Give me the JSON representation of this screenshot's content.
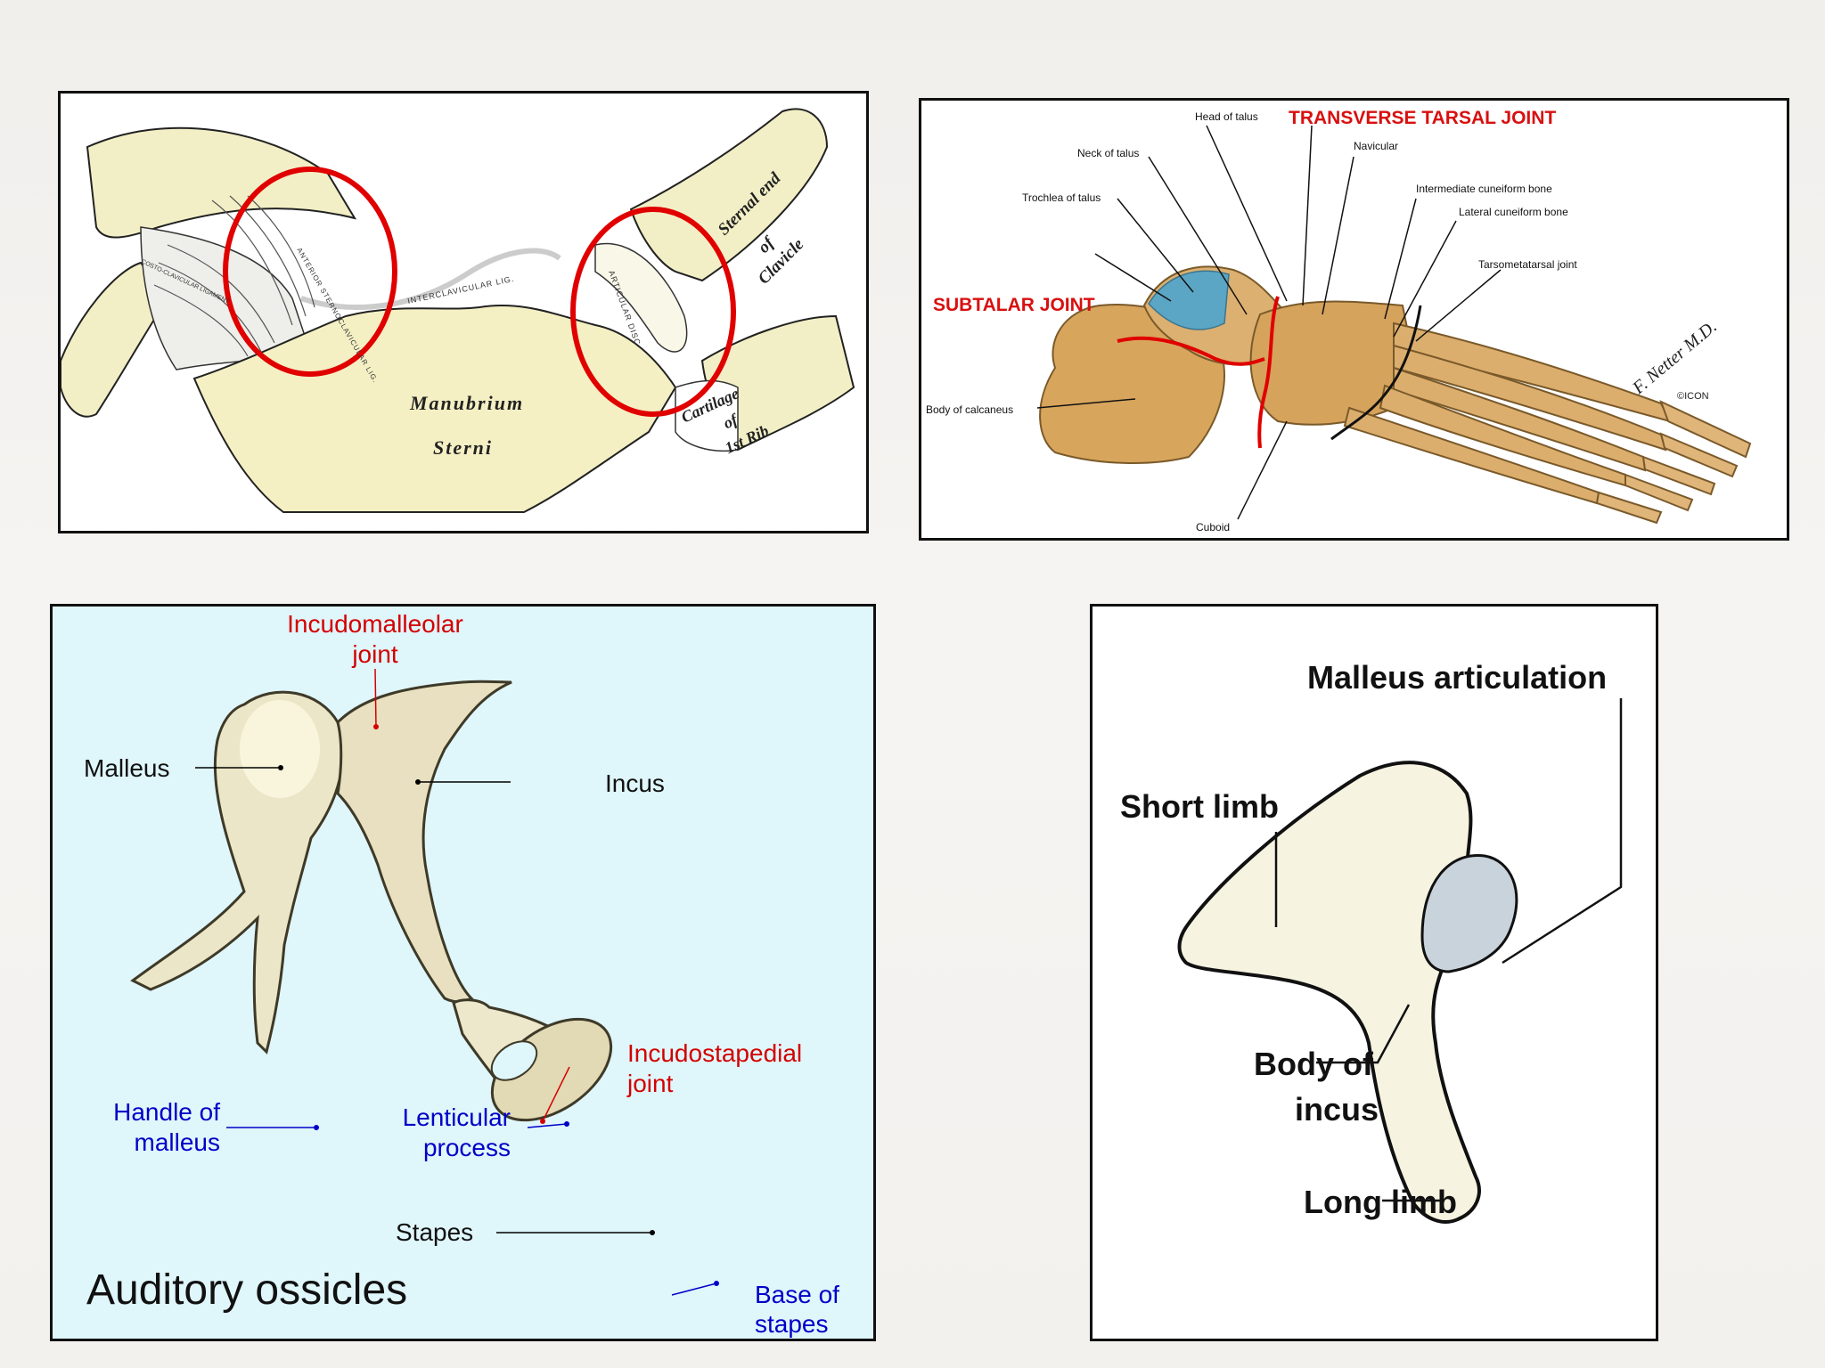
{
  "sternoclavicular": {
    "labels": {
      "manubrium_line1": "Manubrium",
      "manubrium_line2": "Sterni",
      "sternal_end": [
        "Sternal end",
        "of",
        "Clavicle"
      ],
      "cartilage": [
        "Cartilage",
        "of",
        "1st Rib"
      ],
      "interclavicular": "INTERCLAVICULAR LIG.",
      "articular_disc": "ARTICULAR DISC",
      "anterior_sternoclavicular": "ANTERIOR STERNOCLAVICULAR LIG.",
      "costo_clavicular": "COSTO-CLAVICULAR LIGAMENT"
    }
  },
  "foot": {
    "title": "TRANSVERSE TARSAL JOINT",
    "subtalar": "SUBTALAR JOINT",
    "labels": {
      "head_of_talus": "Head of talus",
      "neck_of_talus": "Neck of talus",
      "trochlea_of_talus": "Trochlea of talus",
      "navicular": "Navicular",
      "intermediate_cuneiform": "Intermediate cuneiform bone",
      "lateral_cuneiform": "Lateral cuneiform bone",
      "tarsometatarsal": "Tarsometatarsal joint",
      "body_of_calcaneus": "Body of calcaneus",
      "cuboid": "Cuboid"
    },
    "signature": "F. Netter M.D.",
    "copyright": "©ICON"
  },
  "ossicles": {
    "title": "Auditory ossicles",
    "labels": {
      "incudomalleolar_1": "Incudomalleolar",
      "incudomalleolar_2": "joint",
      "malleus": "Malleus",
      "incus": "Incus",
      "incudostapedial_1": "Incudostapedial",
      "incudostapedial_2": "joint",
      "handle_1": "Handle of",
      "handle_2": "malleus",
      "lenticular_1": "Lenticular",
      "lenticular_2": "process",
      "stapes": "Stapes",
      "base_1": "Base of",
      "base_2": "stapes"
    },
    "colors": {
      "joint": "#d40000",
      "part": "#0000c8",
      "bone": "#000000",
      "bg": "#dff6fb"
    }
  },
  "incus": {
    "labels": {
      "malleus_articulation": "Malleus articulation",
      "short_limb": "Short limb",
      "body_1": "Body of",
      "body_2": "incus",
      "long_limb": "Long limb"
    }
  },
  "colors": {
    "accent_red": "#e00000",
    "bone": "#f3efc2",
    "cartilage_blue": "#5ba6c4"
  }
}
